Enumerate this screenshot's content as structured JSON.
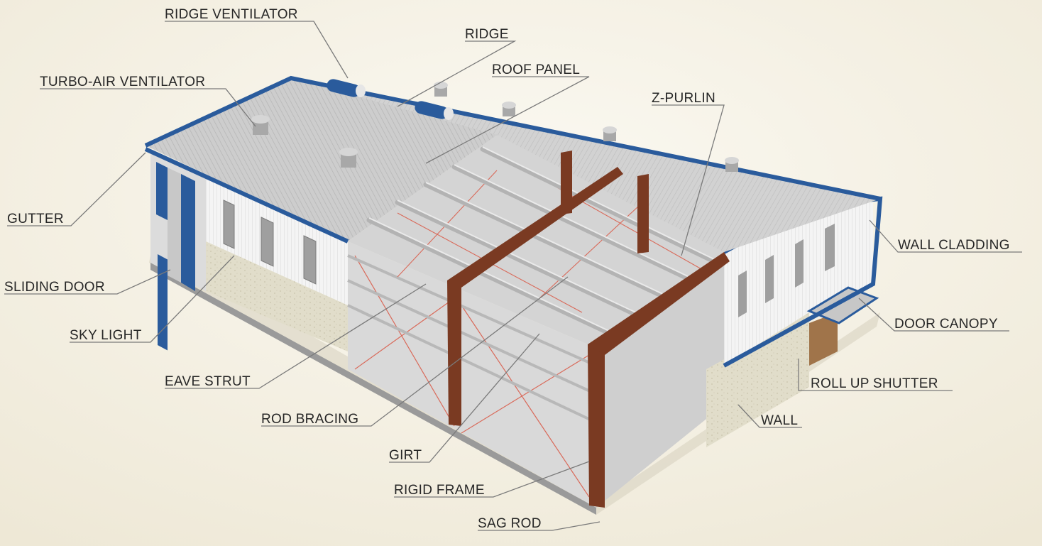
{
  "labels": {
    "ridge_ventilator": "RIDGE VENTILATOR",
    "ridge": "RIDGE",
    "roof_panel": "ROOF PANEL",
    "turbo_air_ventilator": "TURBO-AIR VENTILATOR",
    "z_purlin": "Z-PURLIN",
    "gutter": "GUTTER",
    "wall_cladding": "WALL CLADDING",
    "sliding_door": "SLIDING DOOR",
    "door_canopy": "DOOR CANOPY",
    "sky_light": "SKY LIGHT",
    "eave_strut": "EAVE STRUT",
    "roll_up_shutter": "ROLL UP SHUTTER",
    "rod_bracing": "ROD BRACING",
    "wall": "WALL",
    "girt": "GIRT",
    "rigid_frame": "RIGID FRAME",
    "sag_rod": "SAG ROD"
  },
  "colors": {
    "background": "#f3efe3",
    "trim_blue": "#2a5b9c",
    "frame_brown": "#7a3a22",
    "roof_gray": "#c9c9c9",
    "wall_white": "#f4f4f4",
    "masonry": "#e0dcc9",
    "bracing_red": "#d96a5a",
    "shutter_brown": "#a0744a"
  }
}
